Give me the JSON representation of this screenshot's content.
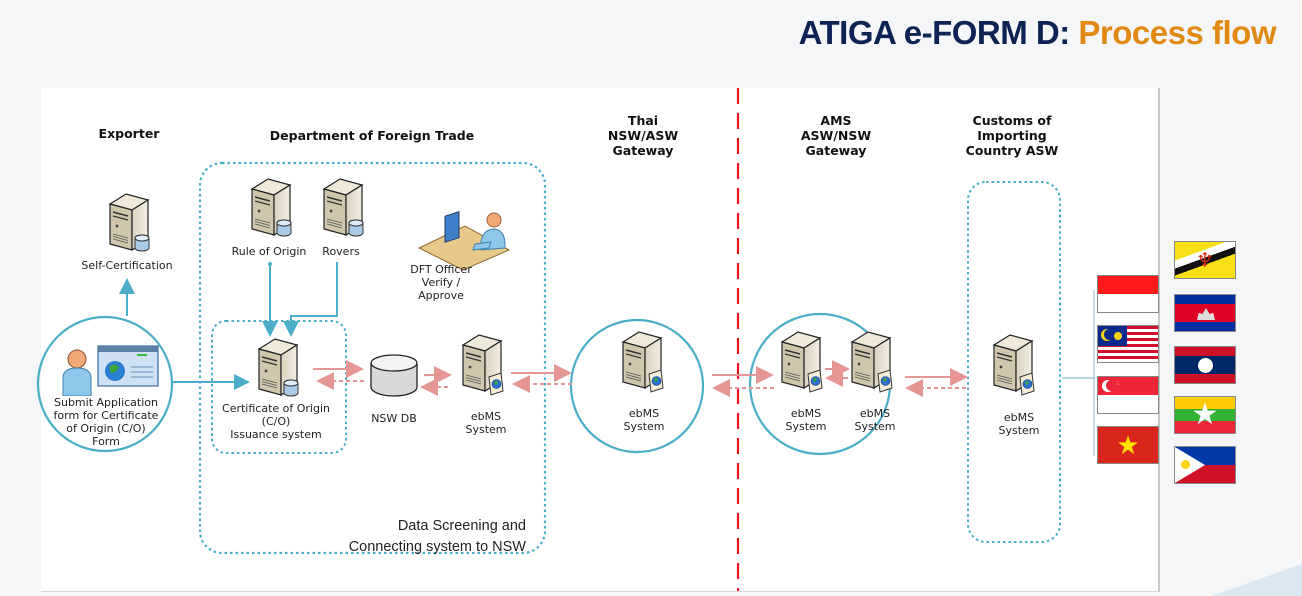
{
  "title": {
    "main": "ATIGA e-FORM D:",
    "accent": "Process flow"
  },
  "colors": {
    "title_main": "#0d2354",
    "title_accent": "#e08a14",
    "flow_blue": "#4aaec8",
    "flow_red": "#e69595",
    "border_red": "#e8131b"
  },
  "lanes": {
    "exporter": "Exporter",
    "dft": "Department of Foreign Trade",
    "thai_gateway": [
      "Thai",
      "NSW/ASW",
      "Gateway"
    ],
    "ams_gateway": [
      "AMS",
      "ASW/NSW",
      "Gateway"
    ],
    "customs": [
      "Customs of",
      "Importing",
      "Country ASW"
    ]
  },
  "nodes": {
    "self_cert": "Self-Certification",
    "rule_of_origin": "Rule of Origin",
    "rovers": "Rovers",
    "dft_officer": [
      "DFT Officer",
      "Verify /",
      "Approve"
    ],
    "submit": [
      "Submit Application",
      "form for Certificate",
      "of Origin (C/O)",
      "Form"
    ],
    "co_system": [
      "Certificate of Origin",
      "(C/O)",
      "Issuance system"
    ],
    "nsw_db": "NSW DB",
    "ebms_dft": [
      "ebMS",
      "System"
    ],
    "ebms_thai": [
      "ebMS",
      "System"
    ],
    "ebms_ams_1": [
      "ebMS",
      "System"
    ],
    "ebms_ams_2": [
      "ebMS",
      "System"
    ],
    "ebms_customs": [
      "ebMS",
      "System"
    ]
  },
  "group_note": [
    "Data Screening and",
    "Connecting system to NSW"
  ],
  "flags_left": [
    "indonesia",
    "malaysia",
    "singapore",
    "vietnam"
  ],
  "flags_right": [
    "brunei",
    "cambodia",
    "laos",
    "myanmar",
    "philippines"
  ]
}
